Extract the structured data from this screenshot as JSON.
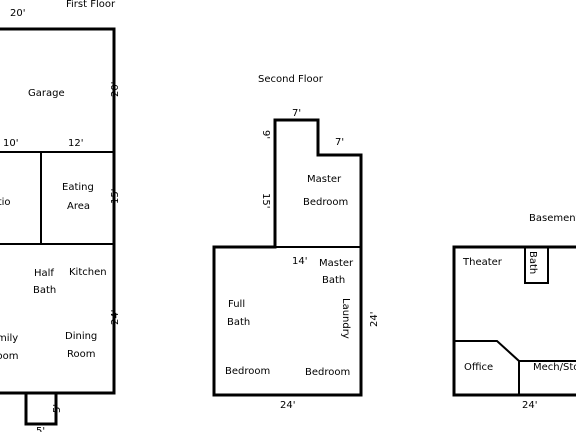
{
  "first_floor": {
    "title": "First Floor",
    "dims": {
      "top_width": "20'",
      "garage_depth": "20'",
      "patio_width": "10'",
      "eating_width": "12'",
      "middle_depth": "15'",
      "lower_depth": "24'",
      "stoop_depth": "5'",
      "stoop_width": "5'"
    },
    "rooms": {
      "garage": "Garage",
      "patio": "Patio",
      "eating_1": "Eating",
      "eating_2": "Area",
      "half_bath_1": "Half",
      "half_bath_2": "Bath",
      "kitchen": "Kitchen",
      "family_1": "Family",
      "family_2": "Room",
      "dining_1": "Dining",
      "dining_2": "Room"
    }
  },
  "second_floor": {
    "title": "Second Floor",
    "dims": {
      "top_left": "9'",
      "top_width": "7'",
      "step_width": "7'",
      "left_depth": "15'",
      "inner_width": "14'",
      "right_depth": "24'",
      "bottom_width": "24'"
    },
    "rooms": {
      "master_1": "Master",
      "master_2": "Bedroom",
      "master_bath_1": "Master",
      "master_bath_2": "Bath",
      "full_bath_1": "Full",
      "full_bath_2": "Bath",
      "laundry": "Laundry",
      "bedroom_left": "Bedroom",
      "bedroom_right": "Bedroom"
    }
  },
  "basement": {
    "title": "Basement",
    "dims": {
      "bottom_width": "24'"
    },
    "rooms": {
      "theater": "Theater",
      "bath": "Bath",
      "office": "Office",
      "mech": "Mech/Storage"
    }
  }
}
